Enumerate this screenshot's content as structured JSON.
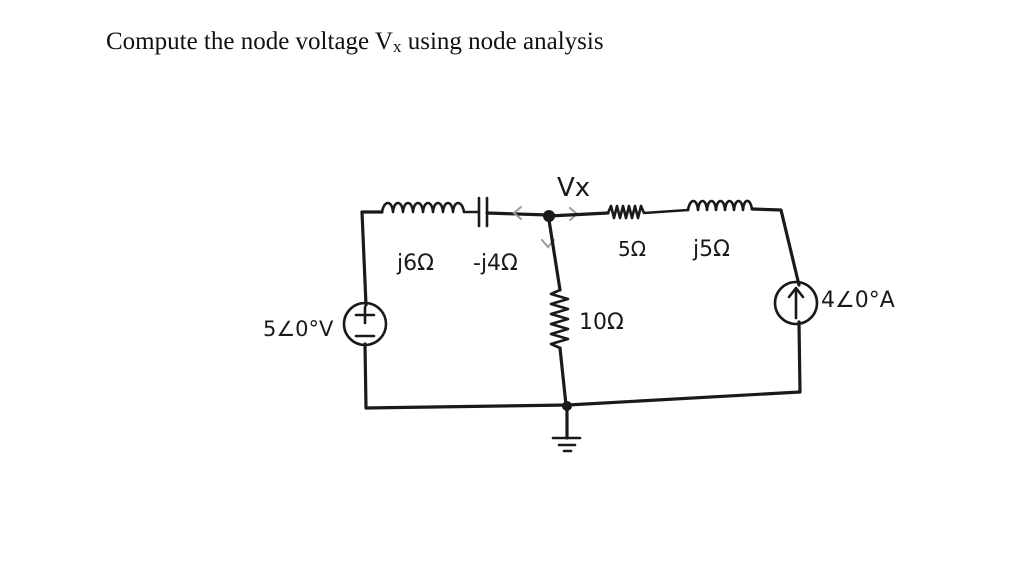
{
  "question": {
    "text": "Compute the node voltage V",
    "sub": "x",
    "suffix": " using node analysis"
  },
  "labels": {
    "node": "Vx",
    "inductor_left": "j6Ω",
    "capacitor": "-j4Ω",
    "resistor_top": "5Ω",
    "inductor_right": "j5Ω",
    "resistor_mid": "10Ω",
    "voltage_source": "5∠0°V",
    "current_source": "4∠0°A"
  },
  "colors": {
    "ink": "#1a1a1a",
    "arrow": "#9a9a9a"
  }
}
